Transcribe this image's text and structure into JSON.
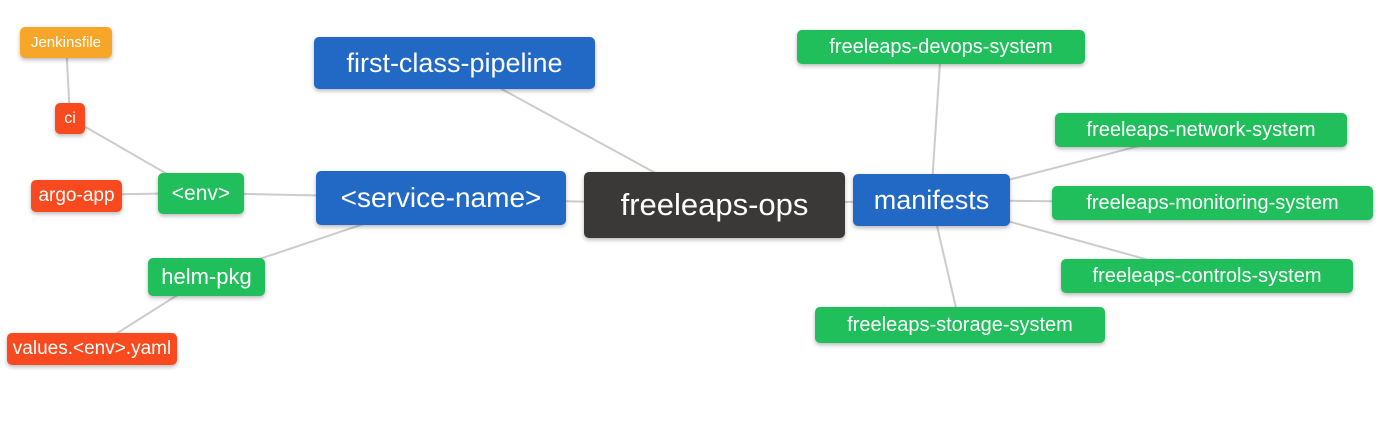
{
  "diagram": {
    "type": "mindmap",
    "root_label": "freeleaps-ops",
    "colors": {
      "root_node": "#3b3938",
      "primary_node": "#2169c5",
      "green_node": "#20bf5b",
      "orange_node": "#f8a62a",
      "red_node": "#f9491e",
      "edge": "#cccccc",
      "node_text": "#ffffff",
      "background": "#ffffff"
    },
    "nodes": {
      "root": {
        "label": "freeleaps-ops"
      },
      "first_class_pipeline": {
        "label": "first-class-pipeline"
      },
      "service_name": {
        "label": "<service-name>"
      },
      "manifests": {
        "label": "manifests"
      },
      "env": {
        "label": "<env>"
      },
      "helm_pkg": {
        "label": "helm-pkg"
      },
      "argo_app": {
        "label": "argo-app"
      },
      "ci": {
        "label": "ci"
      },
      "jenkinsfile": {
        "label": "Jenkinsfile"
      },
      "values_env_yaml": {
        "label": "values.<env>.yaml"
      },
      "devops_system": {
        "label": "freeleaps-devops-system"
      },
      "network_system": {
        "label": "freeleaps-network-system"
      },
      "monitoring_system": {
        "label": "freeleaps-monitoring-system"
      },
      "controls_system": {
        "label": "freeleaps-controls-system"
      },
      "storage_system": {
        "label": "freeleaps-storage-system"
      }
    },
    "edges": [
      [
        "jenkinsfile",
        "ci"
      ],
      [
        "ci",
        "env"
      ],
      [
        "argo_app",
        "env"
      ],
      [
        "env",
        "service_name"
      ],
      [
        "values_env_yaml",
        "helm_pkg"
      ],
      [
        "helm_pkg",
        "service_name"
      ],
      [
        "first_class_pipeline",
        "root"
      ],
      [
        "service_name",
        "root"
      ],
      [
        "root",
        "manifests"
      ],
      [
        "manifests",
        "devops_system"
      ],
      [
        "manifests",
        "network_system"
      ],
      [
        "manifests",
        "monitoring_system"
      ],
      [
        "manifests",
        "controls_system"
      ],
      [
        "manifests",
        "storage_system"
      ]
    ]
  }
}
